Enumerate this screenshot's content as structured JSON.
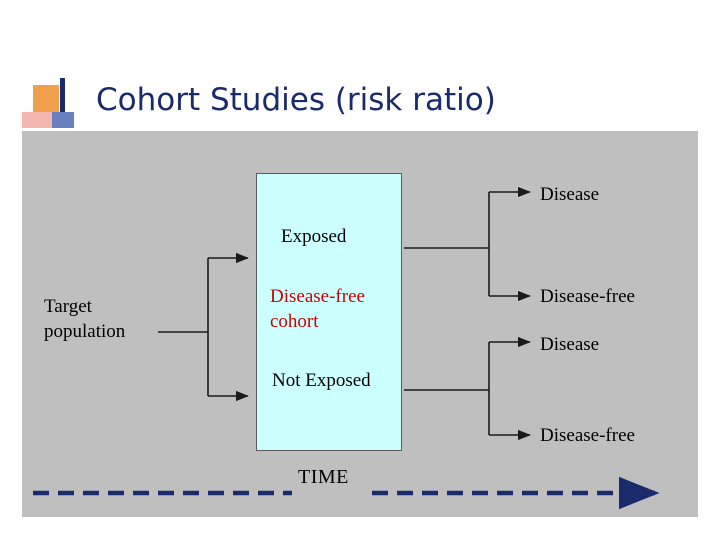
{
  "slide": {
    "title": "Cohort Studies (risk ratio)",
    "title_color": "#1b2a6b",
    "panel_color": "#bfbfbf",
    "box_color": "#ccffff",
    "accent_red": "#cc0000"
  },
  "labels": {
    "target_population": "Target population",
    "exposed": "Exposed",
    "disease_free_cohort": "Disease-free cohort",
    "not_exposed": "Not Exposed",
    "outcome_exposed_disease": "Disease",
    "outcome_exposed_disease_free": "Disease-free",
    "outcome_unexposed_disease": "Disease",
    "outcome_unexposed_disease_free": "Disease-free",
    "time_axis": "TIME"
  },
  "decorations": {
    "orange_square": "orange-square",
    "navy_bar": "navy-bar",
    "pink_square": "pink-square",
    "blue_square": "blue-square"
  }
}
